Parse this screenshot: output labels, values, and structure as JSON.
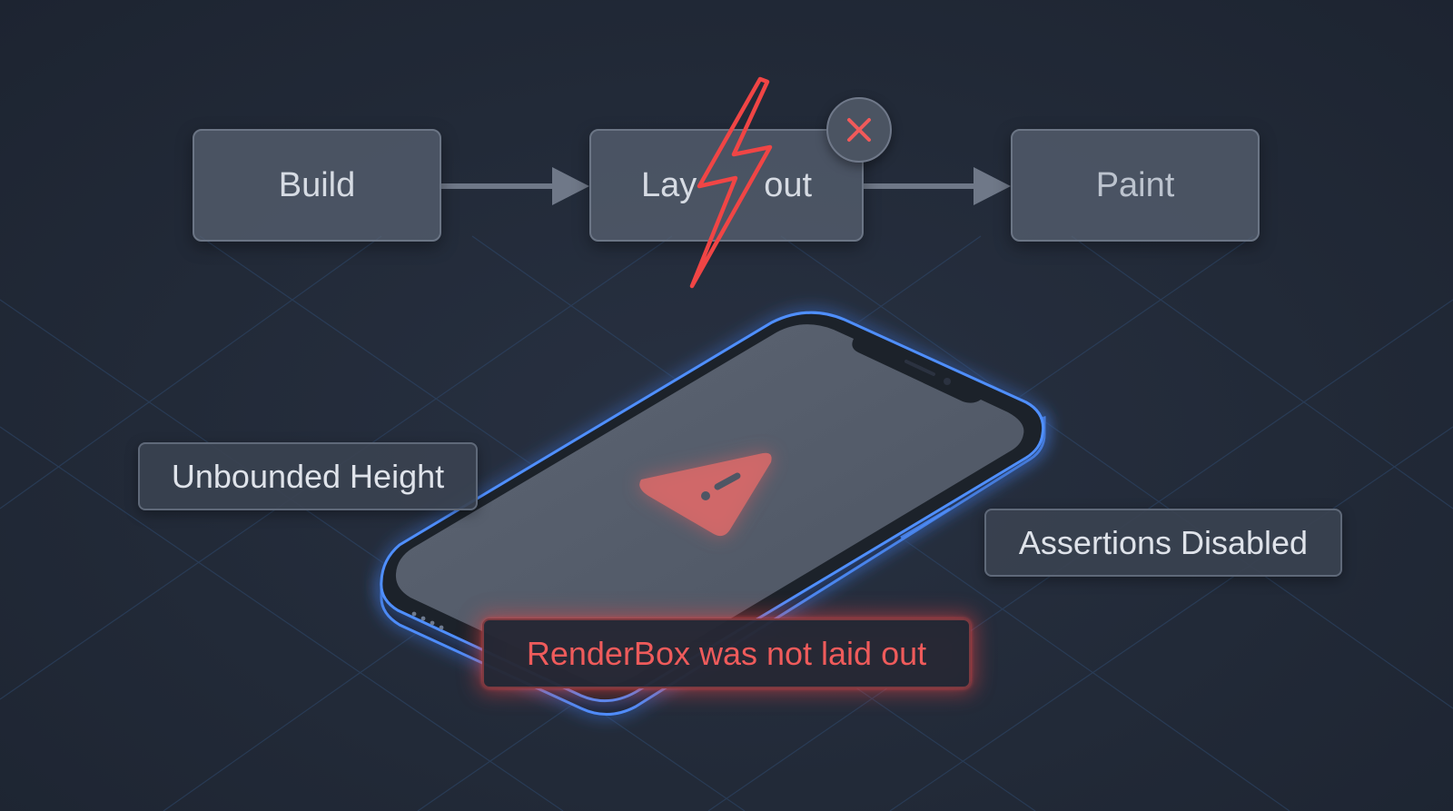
{
  "pipeline": {
    "stages": [
      {
        "label_left": "Build"
      },
      {
        "label_left": "Lay",
        "label_right": "out"
      },
      {
        "label_left": "Paint"
      }
    ]
  },
  "callouts": {
    "unbounded_height": "Unbounded Height",
    "assertions_disabled": "Assertions Disabled",
    "error_message": "RenderBox was not laid out"
  },
  "icons": {
    "error_badge": "close-icon",
    "lightning": "lightning-bolt-icon",
    "warning": "warning-triangle-icon",
    "device": "smartphone-icon"
  },
  "colors": {
    "background": "#222a38",
    "box_fill": "#586271",
    "box_text": "#d6dbe3",
    "error_red": "#ef5b5b",
    "phone_glow": "#3d8bff",
    "grid_line": "#2f4a6e"
  }
}
